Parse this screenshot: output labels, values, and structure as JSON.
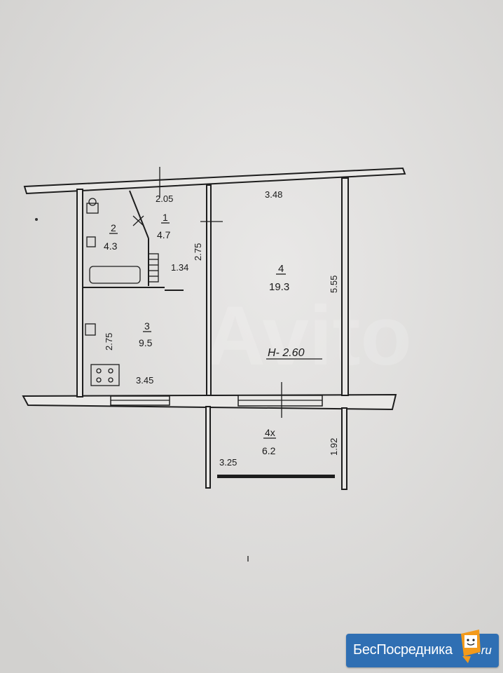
{
  "plan": {
    "dims": {
      "top_kitchen_bath": "2.05",
      "top_room": "3.48",
      "corridor_height": "2.75",
      "corridor_width": "1.34",
      "kitchen_height": "2.75",
      "kitchen_width": "3.45",
      "room_height": "5.55",
      "balcony_width": "3.25",
      "balcony_height": "1.92"
    },
    "rooms": [
      {
        "num": "1",
        "area": "4.7"
      },
      {
        "num": "2",
        "area": "4.3"
      },
      {
        "num": "3",
        "area": "9.5"
      },
      {
        "num": "4",
        "area": "19.3"
      },
      {
        "num": "4х",
        "area": "6.2"
      }
    ],
    "ceiling": "H- 2.60",
    "watermark": "Avito"
  },
  "badge": {
    "name": "БесПосредника",
    "tld": ".ru"
  }
}
